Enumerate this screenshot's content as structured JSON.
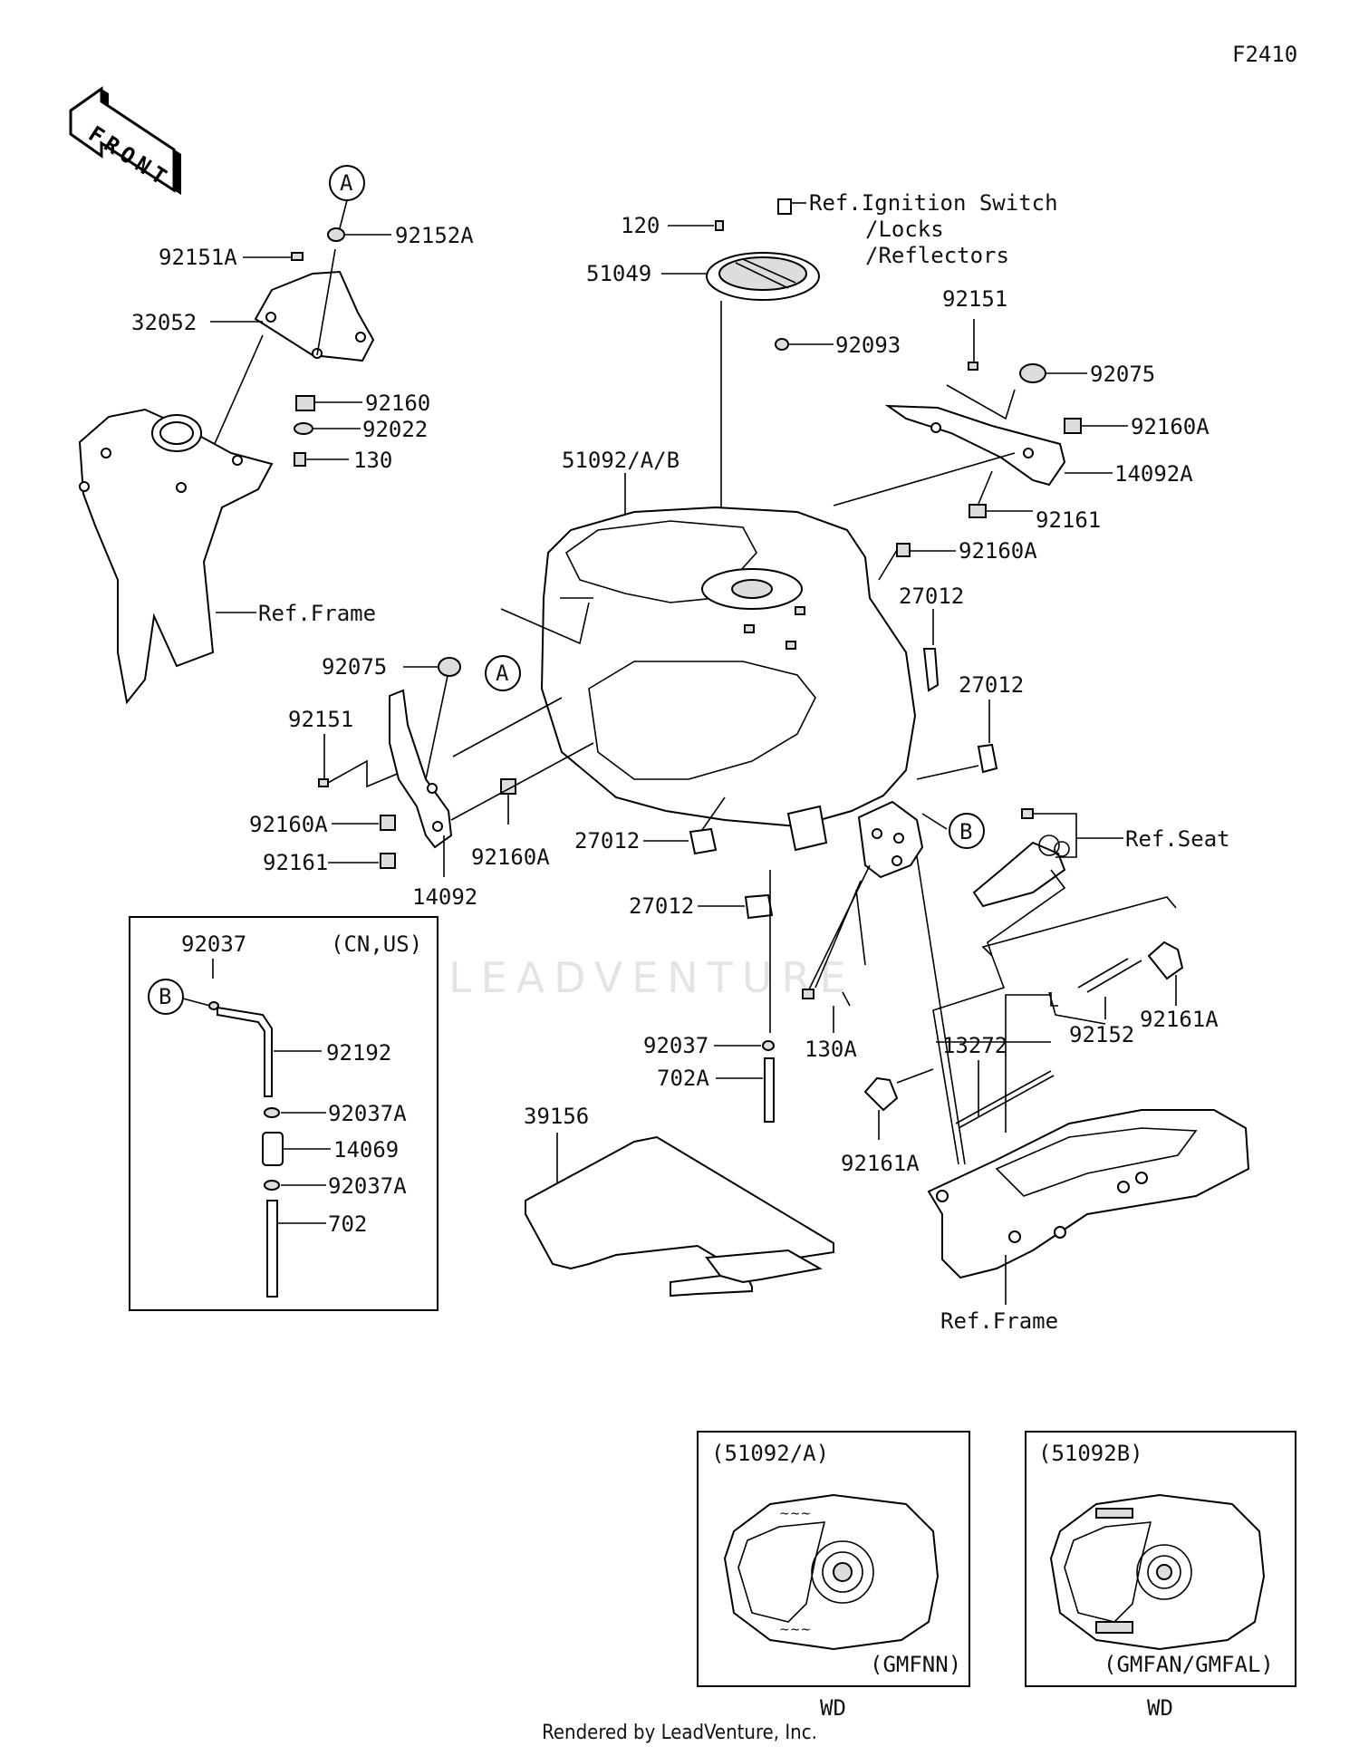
{
  "figure_code": "F2410",
  "front_label": "FRONT",
  "watermark": "LEADVENTURE",
  "refs": {
    "ignition": [
      "Ref.Ignition Switch",
      "/Locks",
      "/Reflectors"
    ],
    "frame": "Ref.Frame",
    "seat": "Ref.Seat"
  },
  "callouts": {
    "a": "A",
    "b": "B"
  },
  "parts": {
    "p92152A": "92152A",
    "p92151A": "92151A",
    "p32052": "32052",
    "p92160": "92160",
    "p92022": "92022",
    "p130": "130",
    "p120": "120",
    "p51049": "51049",
    "p92093": "92093",
    "p92151": "92151",
    "p92075": "92075",
    "p92160A": "92160A",
    "p14092A": "14092A",
    "p92161": "92161",
    "p51092AB": "51092/A/B",
    "p27012": "27012",
    "p14092": "14092",
    "p130A": "130A",
    "p92037": "92037",
    "p702A": "702A",
    "p39156": "39156",
    "p13272": "13272",
    "p92152": "92152",
    "p92161A": "92161A",
    "p92192": "92192",
    "p92037A": "92037A",
    "p14069": "14069",
    "p702": "702"
  },
  "inset_market": "(CN,US)",
  "variants": [
    {
      "title": "(51092/A)",
      "code": "(GMFNN)",
      "note": "WD"
    },
    {
      "title": "(51092B)",
      "code": "(GMFAN/GMFAL)",
      "note": "WD"
    }
  ],
  "footer": "Rendered by LeadVenture, Inc."
}
